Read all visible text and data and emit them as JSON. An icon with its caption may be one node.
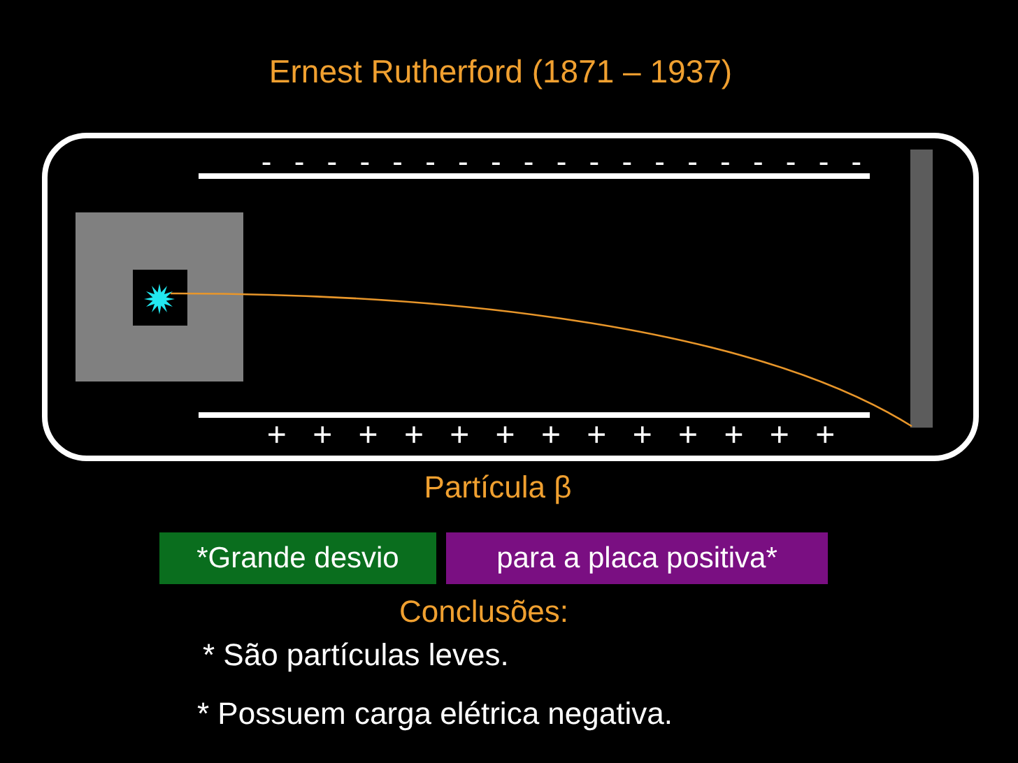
{
  "diagram": {
    "title": "Ernest Rutherford (1871 – 1937)",
    "nodes": [
      {
        "text": [
          "*Grande desvio"
        ]
      },
      {
        "text": [
          "para a placa positiva*"
        ]
      }
    ],
    "labels": [
      "- - - - - - - - - - - - - - - - - - -",
      "+ + + + + + + + + + + + +",
      "Partícula β",
      "Conclusões:",
      "* São partículas leves.",
      "* Possuem carga elétrica negativa."
    ]
  }
}
